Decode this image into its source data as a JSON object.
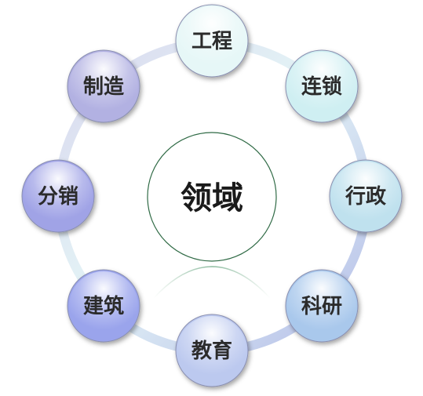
{
  "center": {
    "label": "领域"
  },
  "nodes": [
    {
      "id": "engineering",
      "label": "工程",
      "color": "#e6f7f7"
    },
    {
      "id": "chain",
      "label": "连锁",
      "color": "#cfeff2"
    },
    {
      "id": "administration",
      "label": "行政",
      "color": "#bfe1ee"
    },
    {
      "id": "research",
      "label": "科研",
      "color": "#a9c8ec"
    },
    {
      "id": "education",
      "label": "教育",
      "color": "#bcc9ef"
    },
    {
      "id": "construction",
      "label": "建筑",
      "color": "#9aa4ec"
    },
    {
      "id": "distribution",
      "label": "分销",
      "color": "#a0a3e6"
    },
    {
      "id": "manufacturing",
      "label": "制造",
      "color": "#b2b1e2"
    }
  ]
}
